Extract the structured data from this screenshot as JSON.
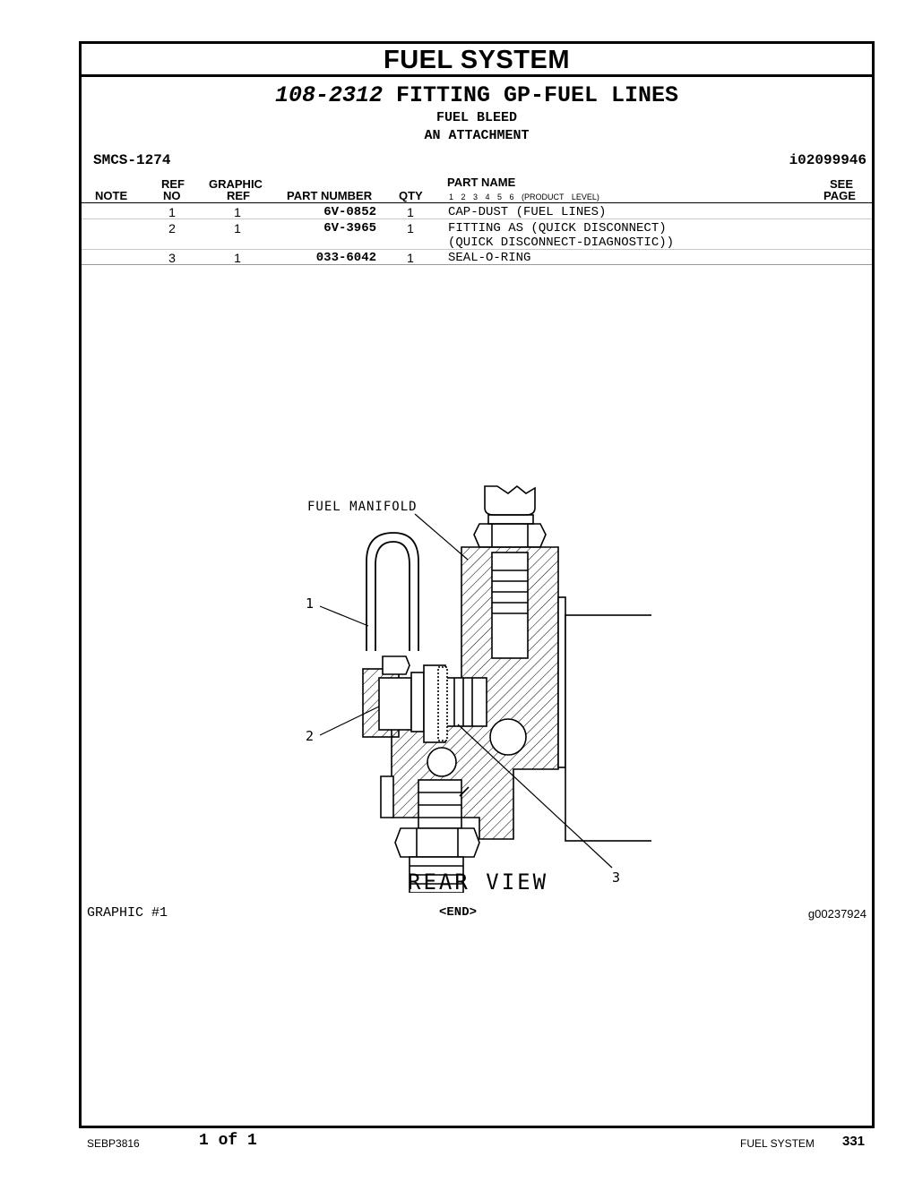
{
  "header": {
    "section": "FUEL SYSTEM",
    "group_number": "108-2312",
    "group_name": "FITTING GP-FUEL LINES",
    "subtitle1": "FUEL BLEED",
    "subtitle2": "AN ATTACHMENT",
    "smcs": "SMCS-1274",
    "ident": "i02099946"
  },
  "table": {
    "headers": {
      "note": "NOTE",
      "ref_top": "REF",
      "ref_bottom": "NO",
      "graphic_top": "GRAPHIC",
      "graphic_bottom": "REF",
      "part_number": "PART NUMBER",
      "qty": "QTY",
      "part_name": "PART NAME",
      "levels": "1  2  3  4  5  6  (PRODUCT LEVEL)",
      "see_top": "SEE",
      "see_bottom": "PAGE"
    },
    "rows": [
      {
        "ref": "1",
        "graphic": "1",
        "part_number": "6V-0852",
        "qty": "1",
        "name": "CAP-DUST (FUEL LINES)",
        "name2": ""
      },
      {
        "ref": "2",
        "graphic": "1",
        "part_number": "6V-3965",
        "qty": "1",
        "name": "FITTING AS (QUICK DISCONNECT)",
        "name2": "(QUICK DISCONNECT-DIAGNOSTIC))"
      },
      {
        "ref": "3",
        "graphic": "1",
        "part_number": "033-6042",
        "qty": "1",
        "name": "SEAL-O-RING",
        "name2": ""
      }
    ]
  },
  "graphic": {
    "label": "GRAPHIC #1",
    "end": "<END>",
    "id": "g00237924",
    "callout_manifold": "FUEL MANIFOLD",
    "callout_1": "1",
    "callout_2": "2",
    "callout_3": "3",
    "view_label": "REAR VIEW"
  },
  "footer": {
    "doc": "SEBP3816",
    "page_of": "1 of 1",
    "section": "FUEL SYSTEM",
    "page_number": "331"
  }
}
